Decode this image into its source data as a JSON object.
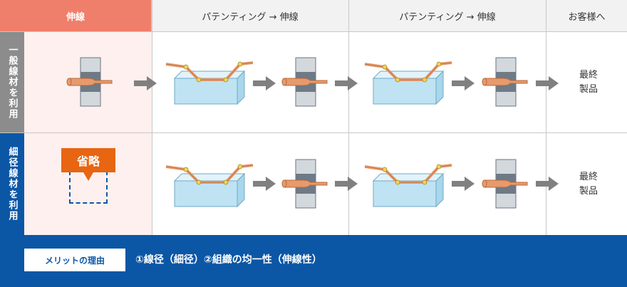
{
  "headers": [
    "伸線",
    "パテンティング → 伸線",
    "パテンティング → 伸線",
    "お客様へ"
  ],
  "rows": [
    {
      "label": "一般線材を利用",
      "final": [
        "最終",
        "製品"
      ]
    },
    {
      "label": "細径線材を利用",
      "final": [
        "最終",
        "製品"
      ],
      "omitted_label": "省略"
    }
  ],
  "footer": {
    "merit_label": "メリットの理由",
    "merit_text": "①線径（細径）②組織の均一性（伸線性）"
  },
  "colors": {
    "header_first": "#ef7f6a",
    "row1_label_bg": "#8c8c8c",
    "row2_label_bg": "#0b57a6",
    "footer_bg": "#0b57a6",
    "omit_badge": "#e86512",
    "wire": "#e79a6c",
    "bath": "#bfe3f3",
    "die": "#9aa2ab",
    "arrow": "#808080"
  }
}
